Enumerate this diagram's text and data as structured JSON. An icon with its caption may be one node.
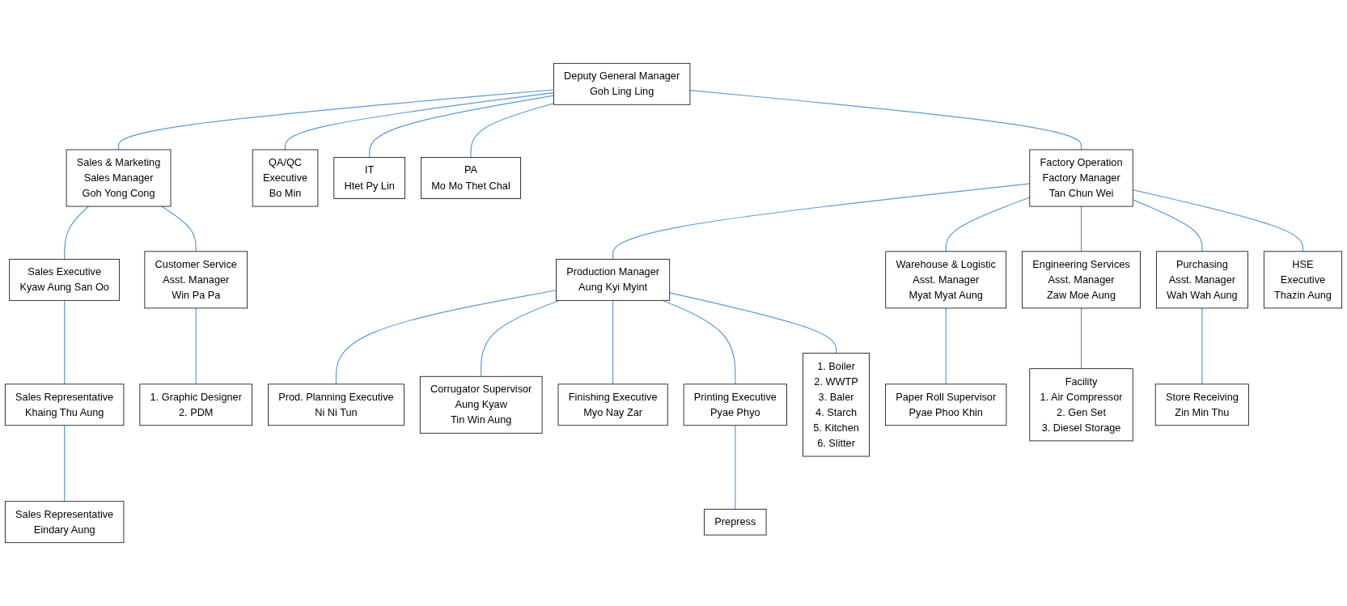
{
  "diagram": {
    "nodes": [
      {
        "text": [
          "Deputy General Manager",
          "Goh Ling Ling"
        ]
      },
      {
        "text": [
          "PA",
          "Mo Mo Thet Chal"
        ]
      },
      {
        "text": [
          "Sales & Marketing",
          "Sales Manager",
          "Goh Yong Cong"
        ]
      },
      {
        "text": [
          "Factory Operation",
          "Factory Manager",
          "Tan Chun Wei"
        ]
      },
      {
        "text": [
          "QA/QC",
          "Executive",
          "Bo Min"
        ]
      },
      {
        "text": [
          "IT",
          "Htet Py Lin"
        ]
      },
      {
        "text": [
          "Customer Service",
          "Asst. Manager",
          "Win Pa Pa"
        ]
      },
      {
        "text": [
          "Sales Executive",
          "Kyaw Aung San Oo"
        ]
      },
      {
        "text": [
          "1. Graphic Designer",
          "2. PDM"
        ]
      },
      {
        "text": [
          "Sales Representative",
          "Khaing Thu Aung"
        ]
      },
      {
        "text": [
          "Sales Representative",
          "Eindary Aung"
        ]
      },
      {
        "text": [
          "Production Manager",
          "Aung Kyi Myint"
        ]
      },
      {
        "text": [
          "Warehouse & Logistic",
          "Asst. Manager",
          "Myat Myat Aung"
        ]
      },
      {
        "text": [
          "Engineering Services",
          "Asst. Manager",
          "Zaw Moe Aung"
        ]
      },
      {
        "text": [
          "Purchasing",
          "Asst. Manager",
          "Wah Wah Aung"
        ]
      },
      {
        "text": [
          "HSE",
          "Executive",
          "Thazin Aung"
        ]
      },
      {
        "text": [
          "Prod. Planning Executive",
          "Ni Ni Tun"
        ]
      },
      {
        "text": [
          "Paper Roll Supervisor",
          "Pyae Phoo Khin"
        ]
      },
      {
        "text": [
          "Facility",
          "1. Air Compressor",
          "2. Gen Set",
          "3. Diesel Storage"
        ]
      },
      {
        "text": [
          "Store Receiving",
          "Zin Min Thu"
        ]
      },
      {
        "text": [
          "Corrugator Supervisor",
          "Aung Kyaw",
          "Tin Win Aung"
        ]
      },
      {
        "text": [
          "Finishing Executive",
          "Myo Nay Zar"
        ]
      },
      {
        "text": [
          "Printing Executive",
          "Pyae Phyo"
        ]
      },
      {
        "text": [
          "1. Boiler",
          "2. WWTP",
          "3. Baler",
          "4. Starch",
          "5. Kitchen",
          "6. Slitter"
        ]
      },
      {
        "text": [
          "Prepress"
        ]
      }
    ],
    "edges": [
      {
        "from": 0,
        "to": 2,
        "arrow": "none"
      },
      {
        "from": 0,
        "to": 4,
        "arrow": "none"
      },
      {
        "from": 0,
        "to": 5,
        "arrow": "none"
      },
      {
        "from": 0,
        "to": 1,
        "arrow": "none"
      },
      {
        "from": 0,
        "to": 3,
        "arrow": "none"
      },
      {
        "from": 2,
        "to": 7,
        "arrow": "none"
      },
      {
        "from": 2,
        "to": 6,
        "arrow": "none"
      },
      {
        "from": 6,
        "to": 8,
        "arrow": "none"
      },
      {
        "from": 7,
        "to": 9,
        "arrow": "none"
      },
      {
        "from": 9,
        "to": 10,
        "arrow": "none"
      },
      {
        "from": 3,
        "to": 11,
        "arrow": "none"
      },
      {
        "from": 3,
        "to": 12,
        "arrow": "none"
      },
      {
        "from": 3,
        "to": 13,
        "arrow": "none"
      },
      {
        "from": 3,
        "to": 14,
        "arrow": "none"
      },
      {
        "from": 3,
        "to": 15,
        "arrow": "none"
      },
      {
        "from": 11,
        "to": 16,
        "arrow": "none"
      },
      {
        "from": 11,
        "to": 20,
        "arrow": "none"
      },
      {
        "from": 11,
        "to": 21,
        "arrow": "none"
      },
      {
        "from": 11,
        "to": 22,
        "arrow": "none"
      },
      {
        "from": 11,
        "to": 23,
        "arrow": "none"
      },
      {
        "from": 12,
        "to": 17,
        "arrow": "none"
      },
      {
        "from": 13,
        "to": 18,
        "arrow": "none"
      },
      {
        "from": 14,
        "to": 19,
        "arrow": "none"
      },
      {
        "from": 22,
        "to": 24,
        "arrow": "none"
      }
    ]
  }
}
